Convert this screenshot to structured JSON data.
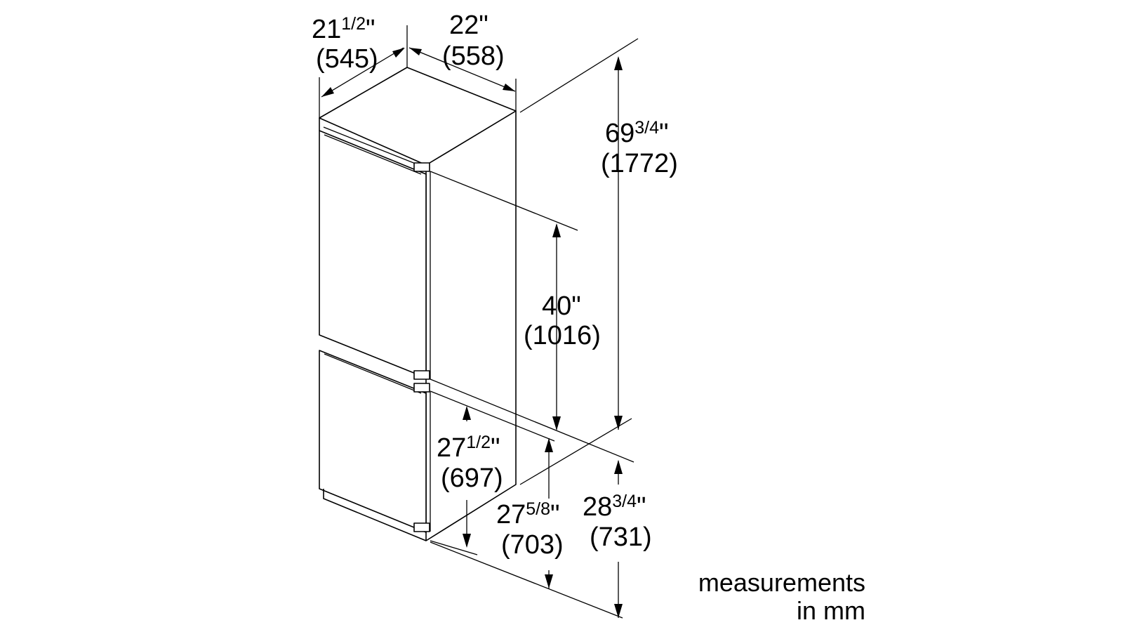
{
  "dimensions": {
    "depth_door": {
      "whole": "21",
      "frac": "1/2",
      "unit": "\"",
      "mm": "(545)"
    },
    "depth_body": {
      "inch": "22\"",
      "mm": "(558)"
    },
    "height_total": {
      "whole": "69",
      "frac": "3/4",
      "unit": "\"",
      "mm": "(1772)"
    },
    "height_upper": {
      "inch": "40\"",
      "mm": "(1016)"
    },
    "height_lower_door": {
      "whole": "27",
      "frac": "1/2",
      "unit": "\"",
      "mm": "(697)"
    },
    "height_lower_body": {
      "whole": "27",
      "frac": "5/8",
      "unit": "\"",
      "mm": "(703)"
    },
    "height_lower_niche": {
      "whole": "28",
      "frac": "3/4",
      "unit": "\"",
      "mm": "(731)"
    }
  },
  "note": {
    "line1": "measurements",
    "line2": "in mm"
  }
}
